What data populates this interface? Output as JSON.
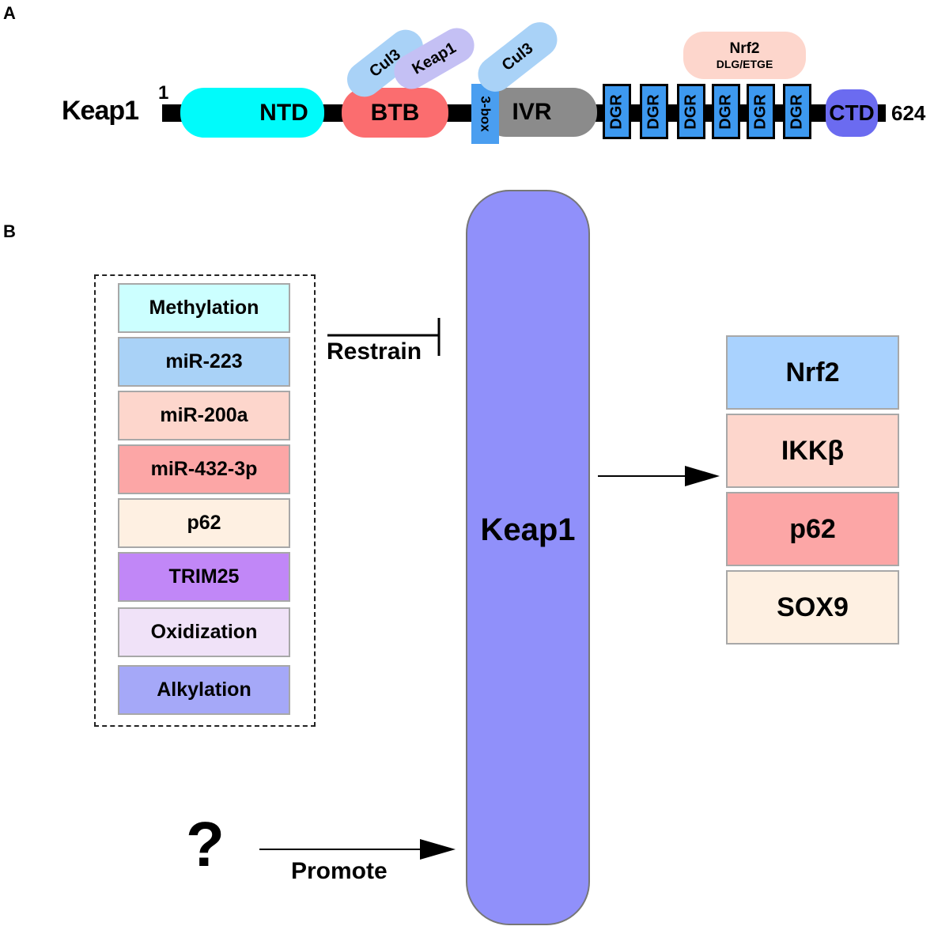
{
  "panel_a": {
    "label": "A",
    "protein_name": "Keap1",
    "start": "1",
    "end": "624",
    "domains": {
      "ntd": "NTD",
      "btb": "BTB",
      "three_box": "3-box",
      "ivr": "IVR",
      "dgr": [
        "DGR",
        "DGR",
        "DGR",
        "DGR",
        "DGR",
        "DGR"
      ],
      "ctd": "CTD"
    },
    "binders": {
      "cul3_1": "Cul3",
      "keap1": "Keap1",
      "cul3_2": "Cul3",
      "nrf2_title": "Nrf2",
      "nrf2_motif": "DLG/ETGE"
    }
  },
  "panel_b": {
    "label": "B",
    "center": "Keap1",
    "restrain_label": "Restrain",
    "promote_label": "Promote",
    "unknown": "?",
    "regulators": [
      {
        "label": "Methylation",
        "color": "#ccffff"
      },
      {
        "label": "miR-223",
        "color": "#a9d2f7"
      },
      {
        "label": "miR-200a",
        "color": "#fdd6cc"
      },
      {
        "label": "miR-432-3p",
        "color": "#fca6a6"
      },
      {
        "label": "p62",
        "color": "#fef0e2"
      },
      {
        "label": "TRIM25",
        "color": "#c187f7"
      },
      {
        "label": "Oxidization",
        "color": "#f0e2f8"
      },
      {
        "label": "Alkylation",
        "color": "#a5a8f8"
      }
    ],
    "targets": [
      {
        "label": "Nrf2",
        "color": "#a9d2fe"
      },
      {
        "label": "IKKβ",
        "color": "#fdd6cc"
      },
      {
        "label": "p62",
        "color": "#fca6a6"
      },
      {
        "label": "SOX9",
        "color": "#fef0e2"
      }
    ]
  },
  "colors": {
    "ntd": "#00fbfb",
    "btb": "#fb6d6f",
    "three_box": "#4a9ef0",
    "ivr": "#8b8b8b",
    "ctd": "#6b6bf0",
    "cul3": "#a9d2f7",
    "keap1_binder": "#c4c0f4",
    "nrf2_binder": "#fdd6cc",
    "keap1_column": "#9090fa"
  }
}
